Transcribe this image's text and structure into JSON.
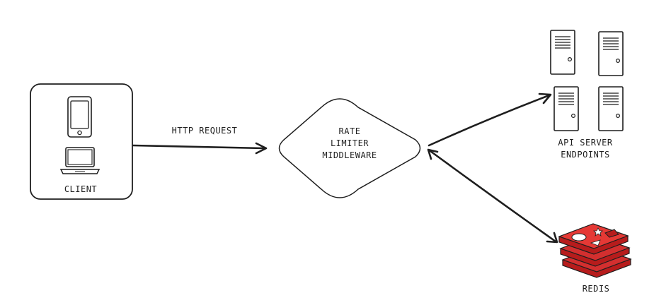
{
  "client": {
    "label": "CLIENT"
  },
  "edges": {
    "request_label": "HTTP REQUEST"
  },
  "middleware": {
    "lines": [
      "RATE",
      "LIMITER",
      "MIDDLEWARE"
    ]
  },
  "api_servers": {
    "lines": [
      "API SERVER",
      "ENDPOINTS"
    ]
  },
  "redis": {
    "label": "REDIS",
    "color": "#c62828"
  },
  "icons": [
    "phone-icon",
    "laptop-icon",
    "server-icon",
    "redis-icon"
  ]
}
